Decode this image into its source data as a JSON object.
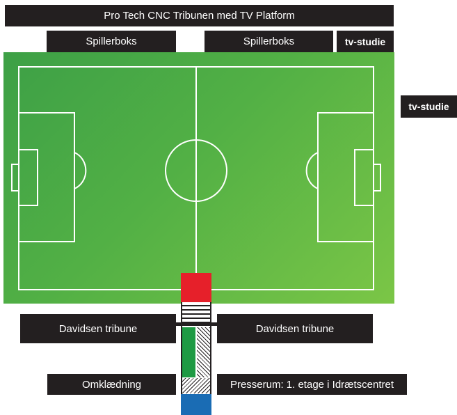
{
  "title": "Pro Tech CNC Tribunen med TV Platform",
  "labels": {
    "spillerboks_left": "Spillerboks",
    "spillerboks_right": "Spillerboks",
    "tv_studie_top": "tv-studie",
    "tv_studie_side": "tv-studie",
    "davidsen_left": "Davidsen tribune",
    "davidsen_right": "Davidsen tribune",
    "omklaedning": "Omklædning",
    "presserum": "Presserum: 1. etage i Idrætscentret"
  },
  "colors": {
    "label_bg": "#231f20",
    "pitch_dark": "#3da046",
    "pitch_light": "#7bc646",
    "red_block": "#e6202a",
    "green_strip": "#1e9a43",
    "blue_block": "#1a6cb4",
    "grey_block": "#a7a9ac"
  }
}
